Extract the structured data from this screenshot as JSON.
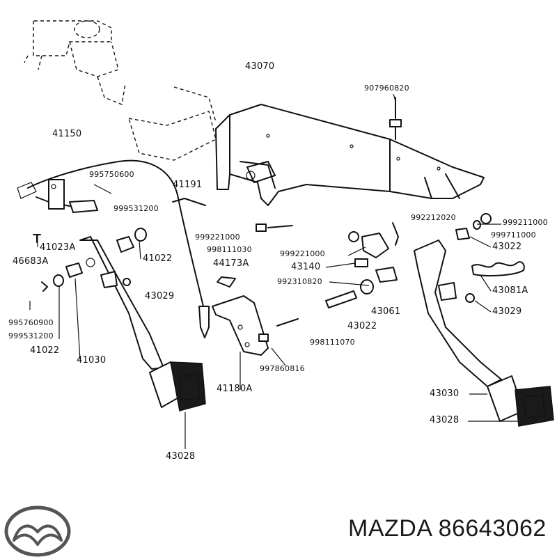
{
  "labels": {
    "l43070": "43070",
    "l907960820": "907960820",
    "l41150": "41150",
    "l995750600": "995750600",
    "l41191": "41191",
    "l999531200_top": "999531200",
    "l992212020": "992212020",
    "l999211000_r": "999211000",
    "l999711000": "999711000",
    "l999221000_a": "999221000",
    "l998111030": "998111030",
    "l999221000_b": "999221000",
    "l44173A": "44173A",
    "l43140": "43140",
    "l992310820": "992310820",
    "l43022_r": "43022",
    "l41023A": "41023A",
    "l46683A": "46683A",
    "l41022_mid": "41022",
    "l43029_mid": "43029",
    "l43081A": "43081A",
    "l43029_r": "43029",
    "l43061": "43061",
    "l43022_mid": "43022",
    "l995760900": "995760900",
    "l999531200_left": "999531200",
    "l41022_left": "41022",
    "l41030": "41030",
    "l998111070": "998111070",
    "l997860816": "997860816",
    "l41180A": "41180A",
    "l43030": "43030",
    "l43028_r": "43028",
    "l43028_bottom": "43028"
  },
  "brand": {
    "text": "MAZDA 86643062",
    "logo_icon": "mazda-logo-icon"
  }
}
